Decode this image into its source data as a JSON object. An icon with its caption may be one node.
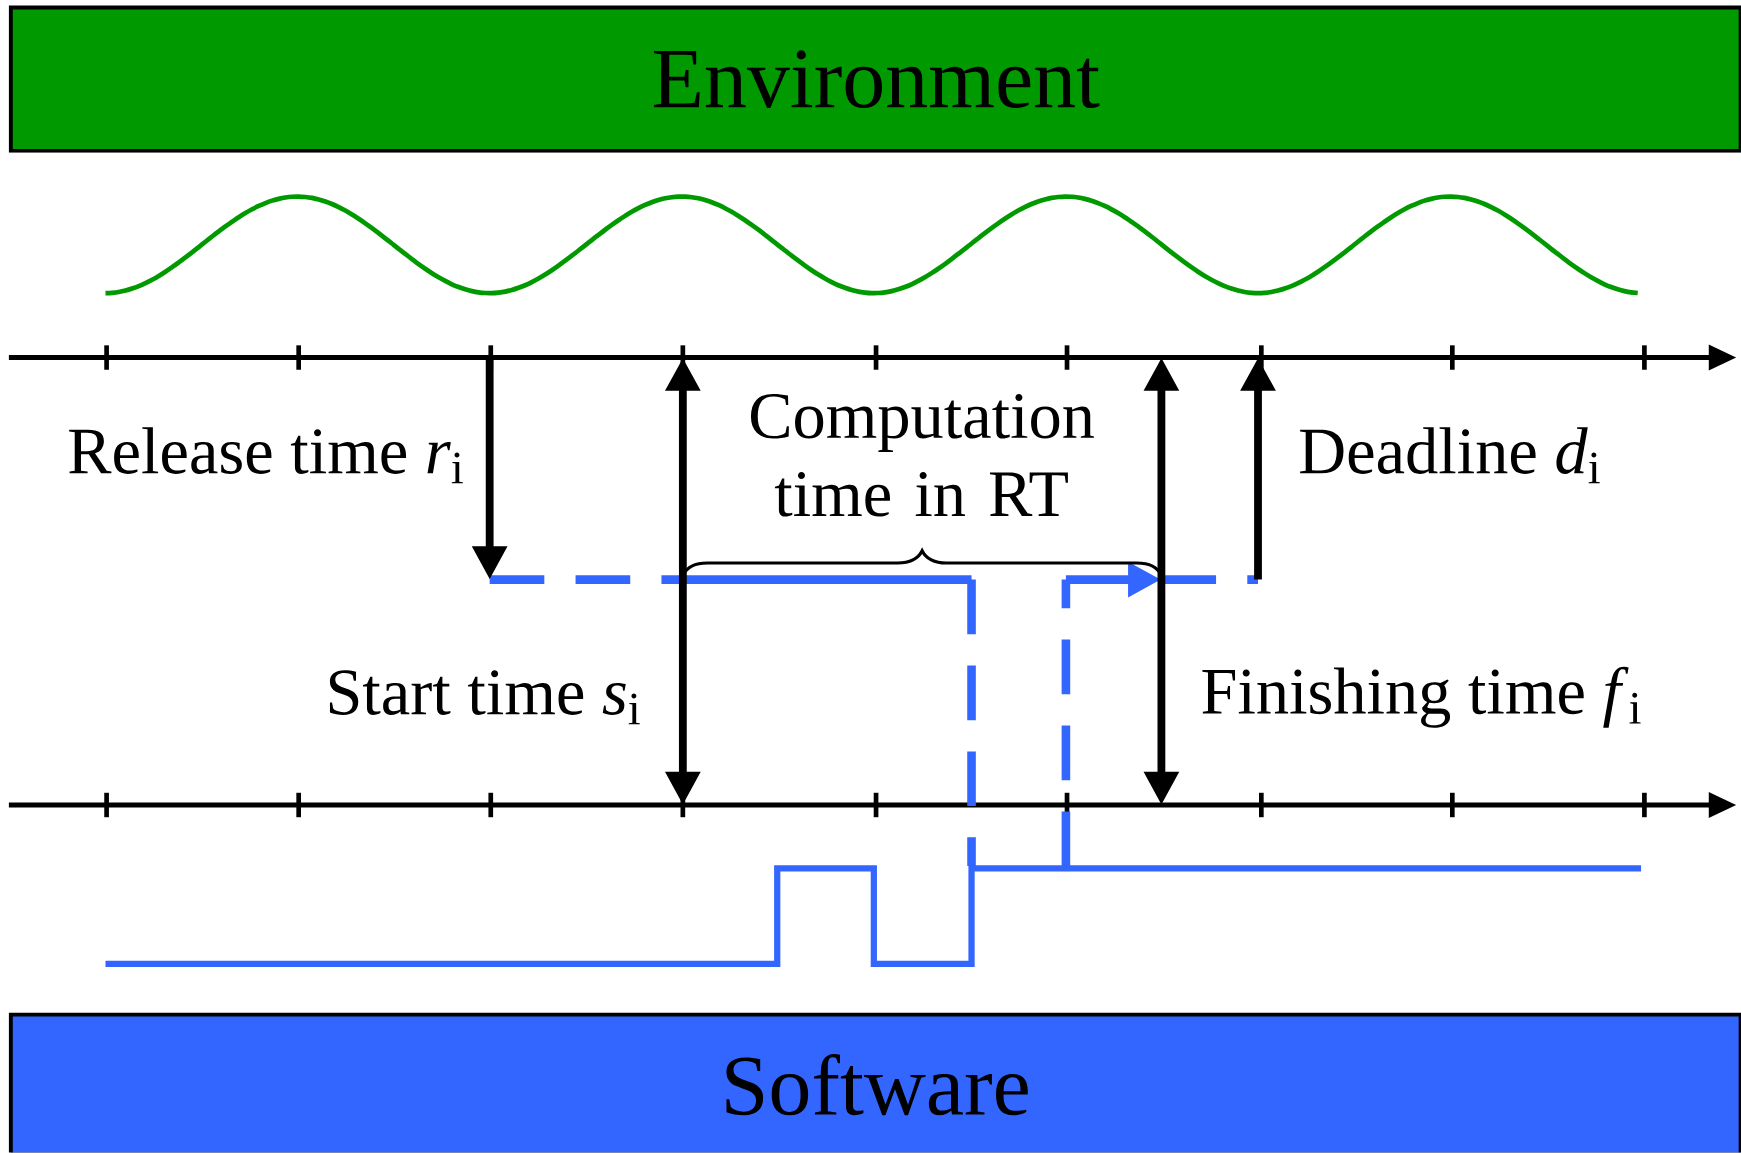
{
  "diagram": {
    "nodes": [
      {
        "text": [
          "Environment"
        ]
      },
      {
        "text": [
          "Software"
        ]
      }
    ],
    "labels": [
      "Release time *r*$_{i}$",
      "Computation time in RT",
      "Deadline *d*$_{i}$",
      "Start time *s*$_{i}$",
      "Finishing time *f*$_{i}$"
    ]
  }
}
